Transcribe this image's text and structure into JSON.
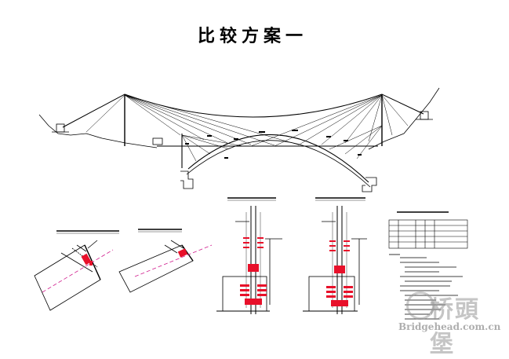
{
  "title": "比较方案一",
  "watermark": {
    "chinese": "桥頭堡",
    "english": "Bridgehead.com.cn"
  },
  "colors": {
    "line": "#000000",
    "accent_red": "#e8102a",
    "accent_magenta": "#d01a8c",
    "hatch": "#333333"
  }
}
